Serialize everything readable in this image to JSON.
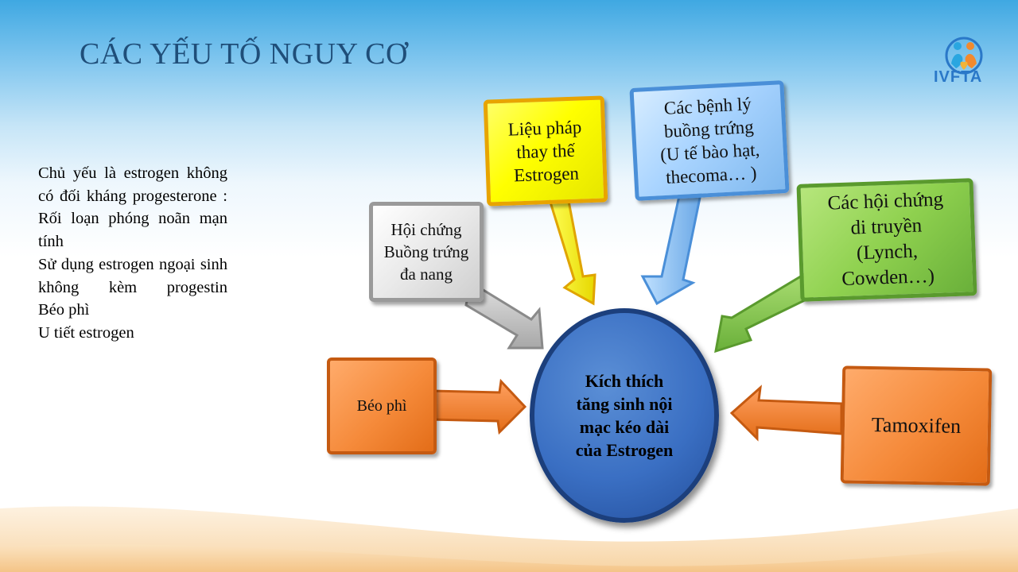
{
  "slide": {
    "title": "CÁC YẾU TỐ NGUY CƠ",
    "logo": {
      "text": "IVFTA",
      "icon": "family-heart-icon",
      "colors": [
        "#2a78c8",
        "#f28a2e",
        "#2aa6e0"
      ]
    }
  },
  "bullets": {
    "items": [
      "Chủ yếu là estrogen không có đối kháng progesterone :",
      "Rối loạn phóng noãn mạn tính",
      "Sử dụng estrogen ngoại sinh không kèm progestin",
      "Béo phì",
      "U tiết estrogen"
    ]
  },
  "diagram": {
    "center": {
      "lines": [
        "Kích thích",
        "tăng sinh nội",
        "mạc kéo dài",
        "của Estrogen"
      ],
      "color": "#3a6fc3"
    },
    "nodes": {
      "yellow": {
        "lines": [
          "Liệu pháp",
          "thay thế",
          "Estrogen"
        ],
        "color": "#ffff00"
      },
      "blue": {
        "lines": [
          "Các bệnh lý",
          "buồng trứng",
          "(U tế bào hạt,",
          "thecoma…  )"
        ],
        "color": "#a9d4ff"
      },
      "gray": {
        "lines": [
          "Hội chứng",
          "Buồng trứng",
          "đa nang"
        ],
        "color": "#e9e9e9"
      },
      "green": {
        "lines": [
          "Các hội chứng",
          "di truyền",
          "(Lynch,",
          "Cowden…)"
        ],
        "color": "#8fd14f"
      },
      "orange_left": {
        "lines": [
          "Béo phì"
        ],
        "color": "#f58a3a"
      },
      "orange_right": {
        "lines": [
          "Tamoxifen"
        ],
        "color": "#f58a3a"
      }
    }
  }
}
